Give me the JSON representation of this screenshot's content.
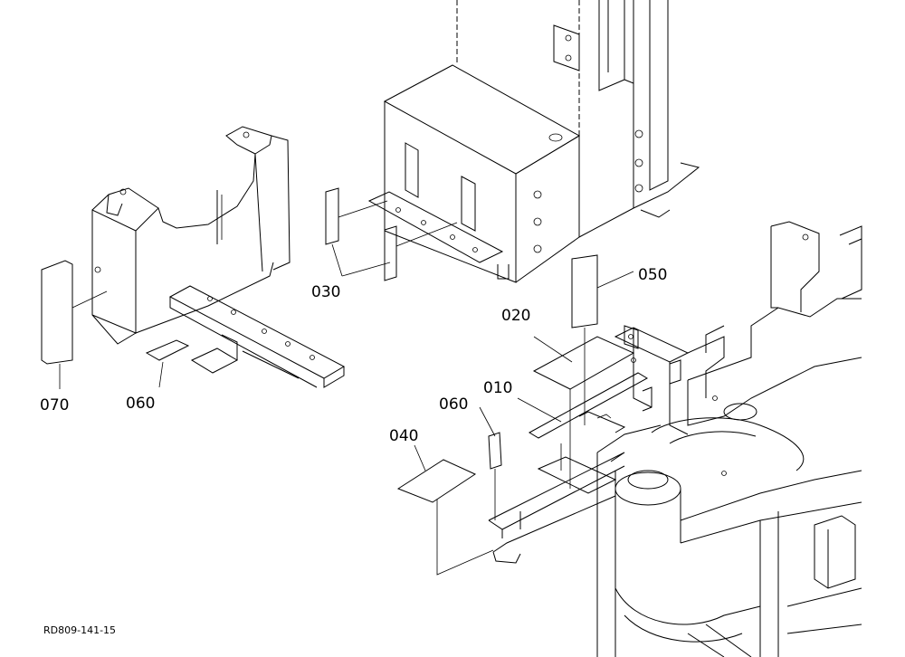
{
  "diagram": {
    "drawing_code": "RD809-141-15",
    "callouts": {
      "c010": "010",
      "c020": "020",
      "c030": "030",
      "c040": "040",
      "c050": "050",
      "c060_left": "060",
      "c060_right": "060",
      "c070": "070"
    },
    "colors": {
      "line": "#000000",
      "label_fill": "#ffffff",
      "background": "#ffffff"
    }
  }
}
